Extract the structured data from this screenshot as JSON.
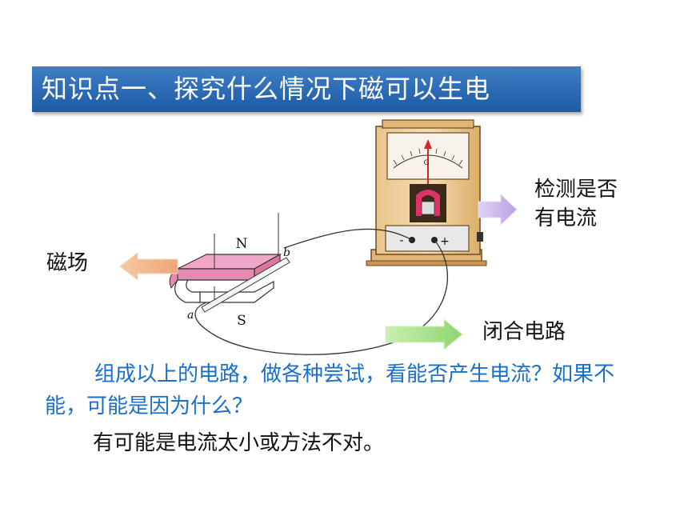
{
  "title": "知识点一、探究什么情况下磁可以生电",
  "labels": {
    "galvanometer_line1": "检测是否",
    "galvanometer_line2": "有电流",
    "magnetic_field": "磁场",
    "closed_circuit": "闭合电路"
  },
  "diagram_letters": {
    "north": "N",
    "south": "S",
    "end_a": "a",
    "end_b": "b",
    "meter_g": "G",
    "terminal_minus": "-",
    "terminal_plus": "+"
  },
  "question": "组成以上的电路，做各种尝试，看能否产生电流？如果不能，可能是因为什么？",
  "answer": "有可能是电流太小或方法不对。",
  "colors": {
    "title_bg": "#2a6bb5",
    "title_text": "#ffffff",
    "question_text": "#1a6fc9",
    "arrow_green": "#a6df8a",
    "arrow_orange": "#f2b386",
    "arrow_purple": "#c9b6ea",
    "magnet_pink": "#f0a6c6"
  }
}
